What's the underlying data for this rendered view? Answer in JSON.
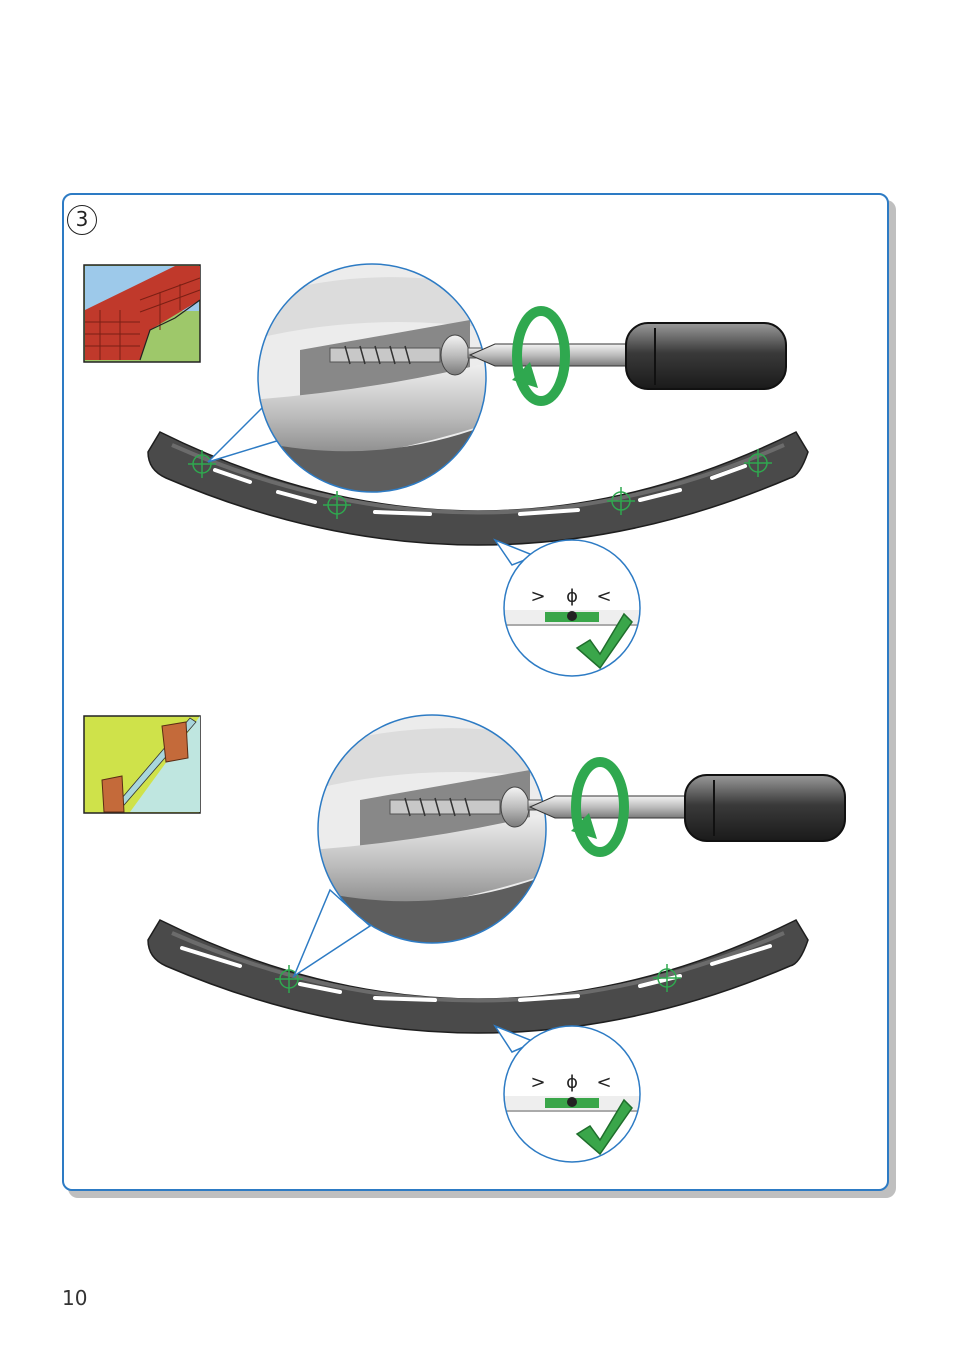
{
  "step": {
    "number": "3"
  },
  "page": {
    "number": "10"
  },
  "sections": [
    {
      "wall_type": "brick-wall",
      "screw_positions": 4
    },
    {
      "wall_type": "stud-wall",
      "screw_positions": 2
    }
  ],
  "level": {
    "left_symbol": ">",
    "center_symbol": "ϕ",
    "right_symbol": "<"
  },
  "colors": {
    "panel_border": "#2d7bc4",
    "check_green": "#3aa64a",
    "rotate_green": "#2fa84f",
    "bracket": "#4a4a4a"
  }
}
